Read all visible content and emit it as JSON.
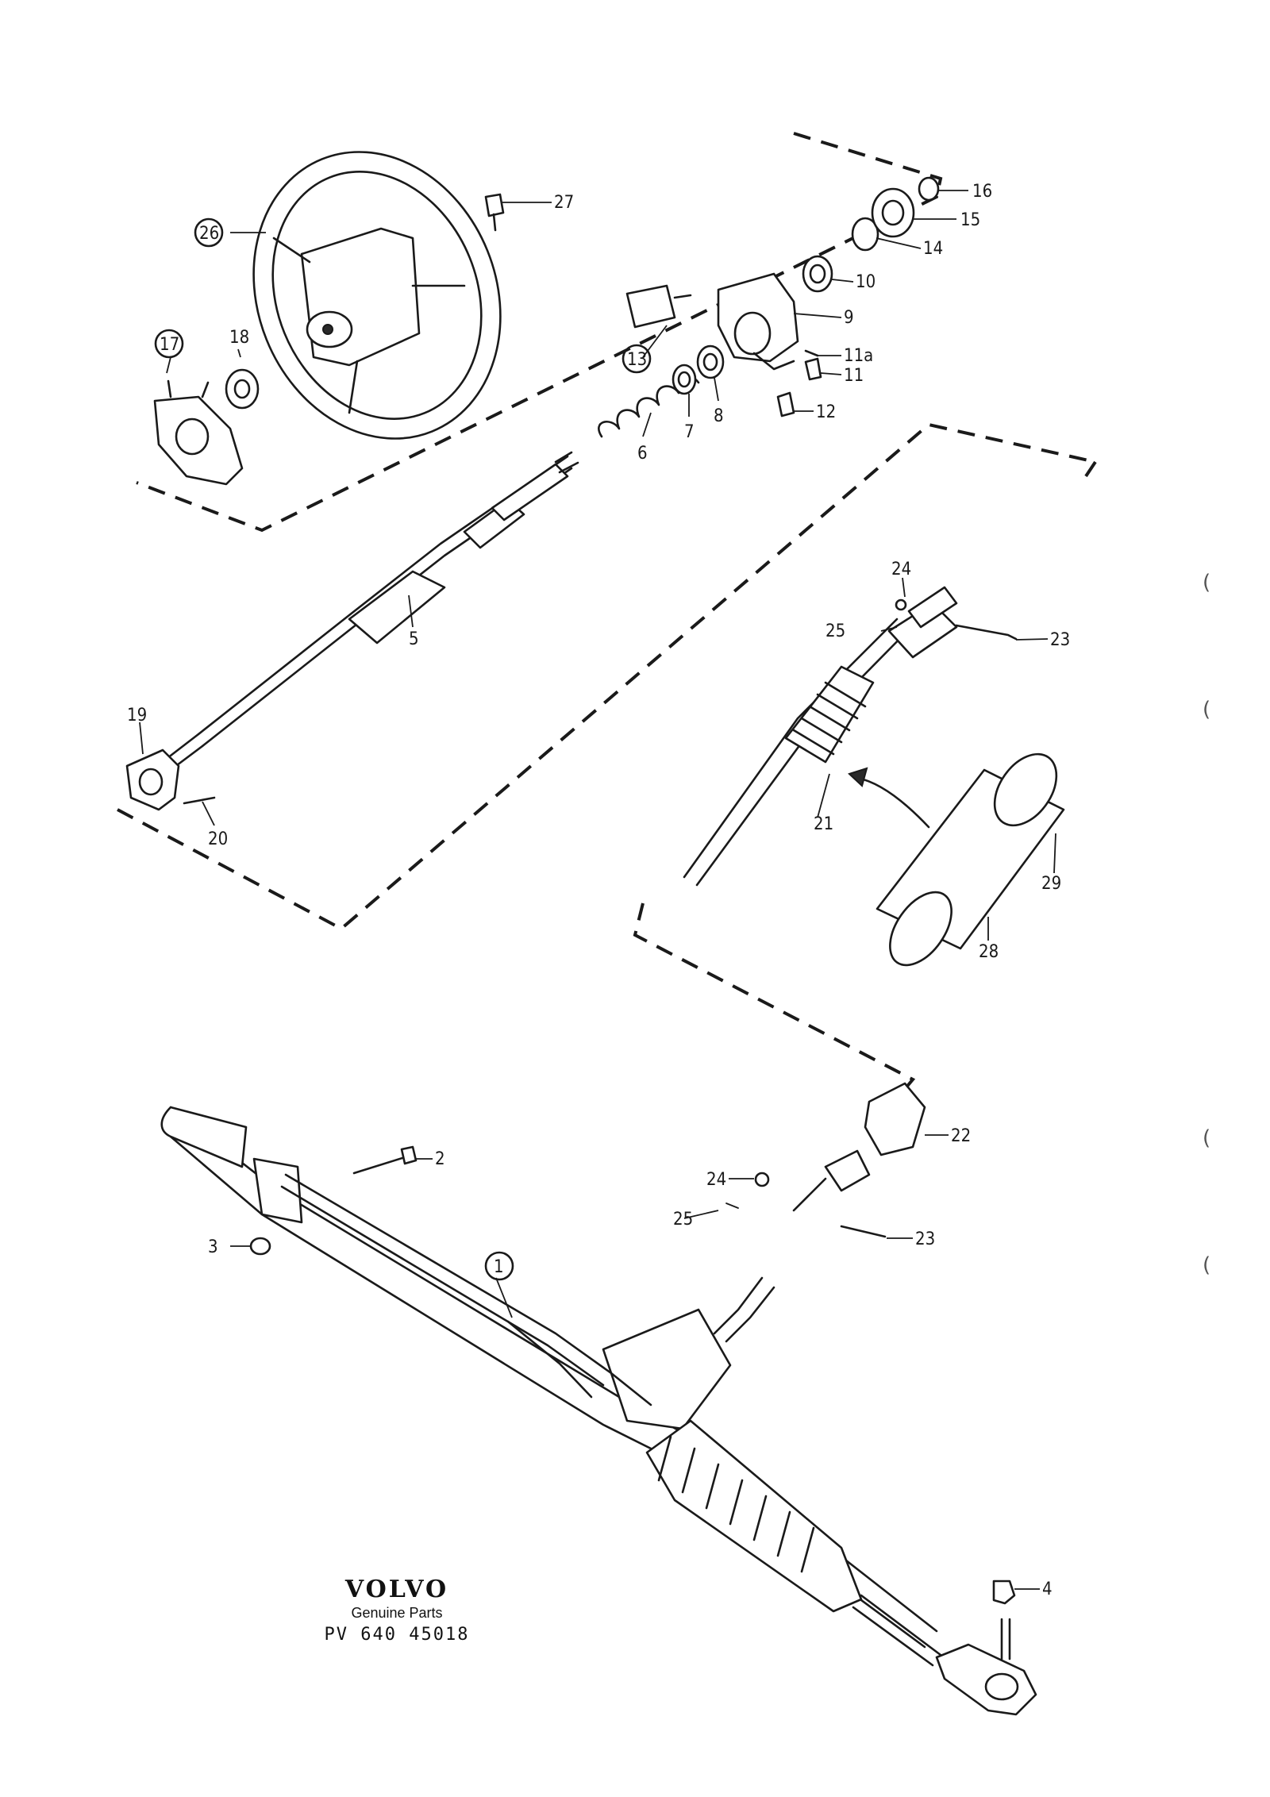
{
  "callouts": {
    "c1": "1",
    "c2": "2",
    "c3": "3",
    "c4": "4",
    "c5": "5",
    "c6": "6",
    "c7": "7",
    "c8": "8",
    "c9": "9",
    "c10": "10",
    "c11": "11",
    "c11a": "11a",
    "c12": "12",
    "c13": "13",
    "c14": "14",
    "c15": "15",
    "c16": "16",
    "c17": "17",
    "c18": "18",
    "c19": "19",
    "c20": "20",
    "c21": "21",
    "c22": "22",
    "c23a": "23",
    "c23b": "23",
    "c24a": "24",
    "c24b": "24",
    "c25a": "25",
    "c25b": "25",
    "c26": "26",
    "c27": "27",
    "c28": "28",
    "c29": "29"
  },
  "logo": {
    "brand": "VOLVO",
    "tagline": "Genuine Parts",
    "code": "PV 640  45018"
  },
  "margin_marks": [
    "(",
    "(",
    "(",
    "("
  ]
}
